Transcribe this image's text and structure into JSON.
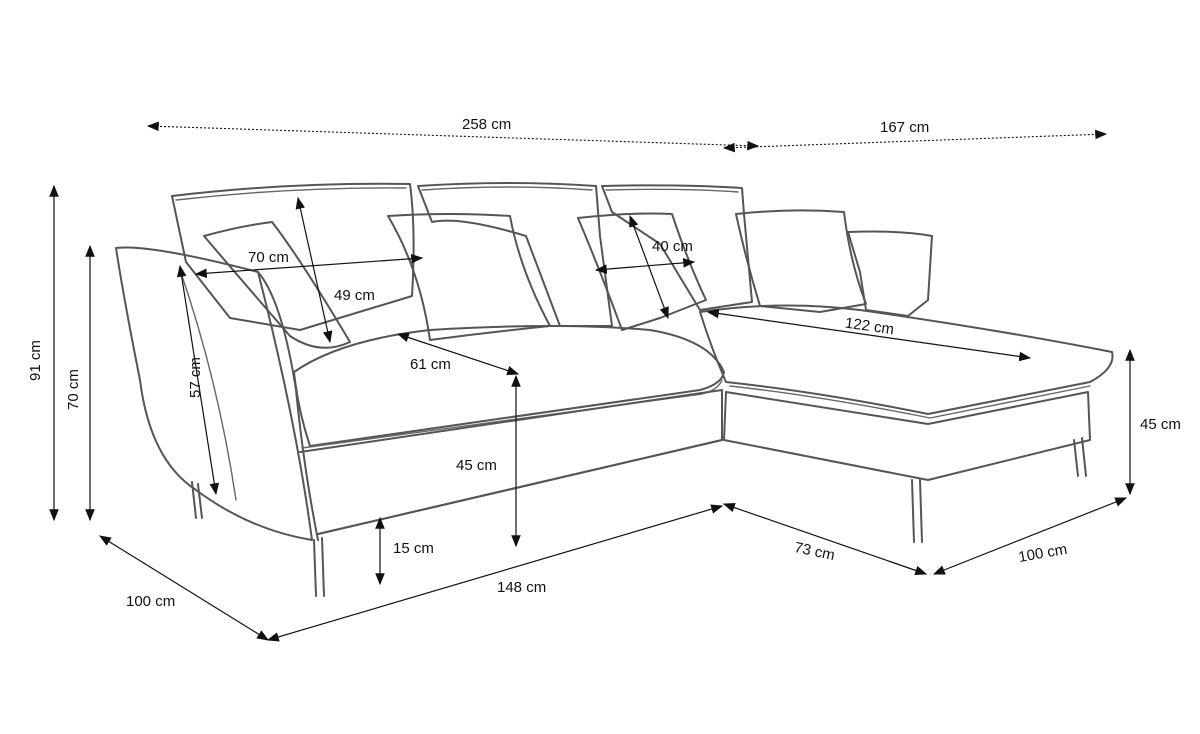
{
  "diagram": {
    "colors": {
      "outline": "#555555",
      "dimension": "#111111",
      "background": "#ffffff"
    },
    "labels": {
      "total_width": "258 cm",
      "chaise_length": "167 cm",
      "cushion_width": "70 cm",
      "cushion_height": "49 cm",
      "small_cushion": "40 cm",
      "chaise_seat_depth": "122 cm",
      "seat_depth": "61 cm",
      "arm_height": "57 cm",
      "seat_height": "45 cm",
      "leg_height": "15 cm",
      "base_width": "148 cm",
      "total_depth": "100 cm",
      "chaise_width": "73 cm",
      "chaise_depth": "100 cm",
      "chaise_height": "45 cm",
      "total_height": "91 cm",
      "back_height": "70 cm"
    }
  }
}
